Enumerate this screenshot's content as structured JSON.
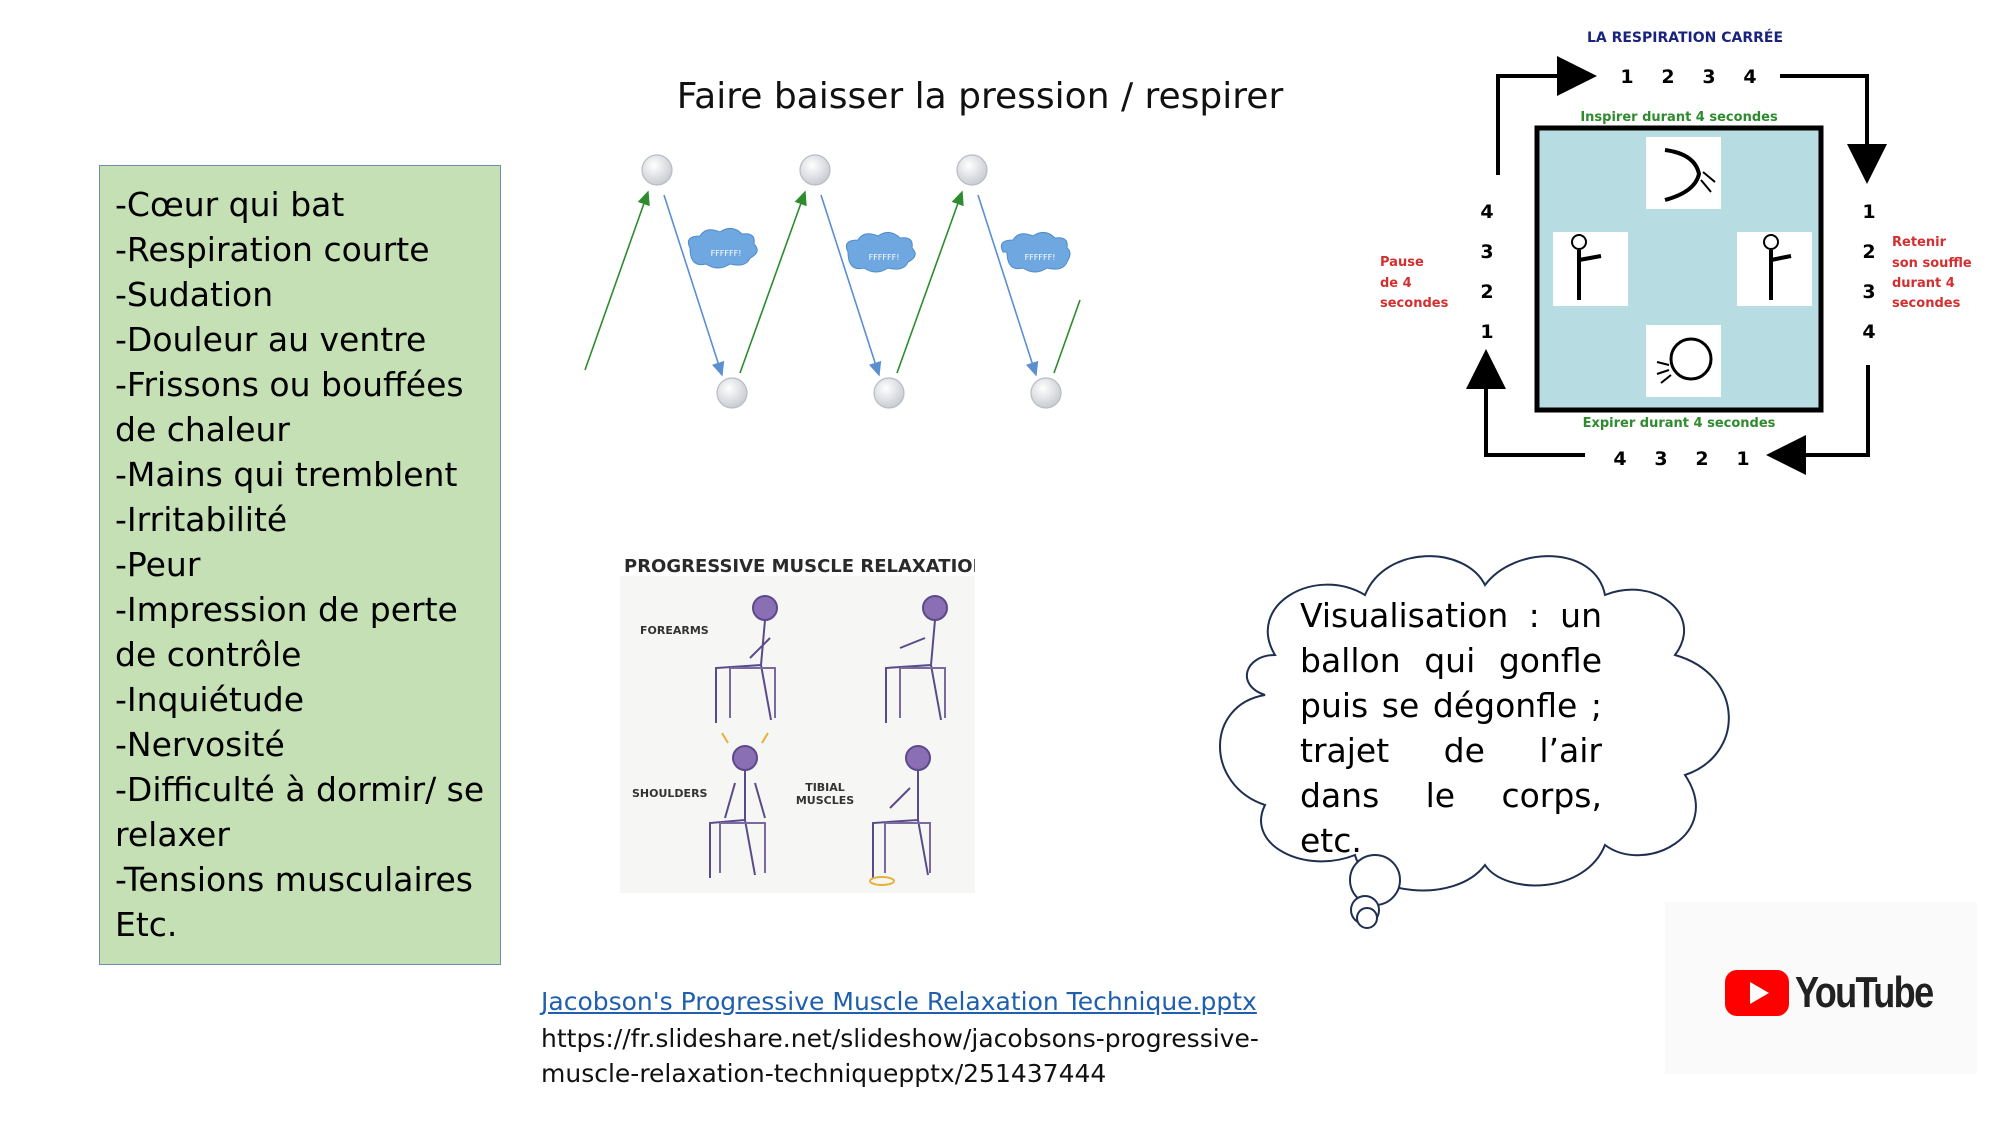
{
  "slide": {
    "title": "Faire baisser la pression / respirer"
  },
  "symptoms": [
    "-Cœur qui bat",
    "-Respiration courte",
    "-Sudation",
    "-Douleur au ventre",
    "-Frissons ou bouffées de chaleur",
    "-Mains qui tremblent",
    "-Irritabilité",
    "-Peur",
    "-Impression de perte de contrôle",
    "-Inquiétude",
    "-Nervosité",
    "-Difficulté à dormir/ se relaxer",
    "-Tensions musculaires",
    "Etc."
  ],
  "wave_diagram": {
    "cloud_label": "FFFFFF!"
  },
  "square_breathing": {
    "title": "LA RESPIRATION CARRÉE",
    "inhale": "Inspirer durant 4 secondes",
    "exhale": "Expirer durant 4 secondes",
    "pause": [
      "Pause",
      "de 4",
      "secondes"
    ],
    "hold": [
      "Retenir",
      "son souffle",
      "durant 4",
      "secondes"
    ],
    "top_numbers": [
      "1",
      "2",
      "3",
      "4"
    ],
    "right_numbers": [
      "1",
      "2",
      "3",
      "4"
    ],
    "bottom_numbers": [
      "4",
      "3",
      "2",
      "1"
    ],
    "left_numbers": [
      "4",
      "3",
      "2",
      "1"
    ],
    "colors": {
      "inhale": "#2e8b2e",
      "side": "#d32f2f",
      "title": "#1a237e",
      "fill": "#b7dde3"
    }
  },
  "pmr": {
    "title": "PROGRESSIVE MUSCLE RELAXATION",
    "labels": {
      "forearms": "FOREARMS",
      "shoulders": "SHOULDERS",
      "tibial_1": "TIBIAL",
      "tibial_2": "MUSCLES"
    }
  },
  "visualisation": {
    "text": "Visualisation : un ballon qui gonfle puis se dégonfle ; trajet de l’air dans le corps, etc."
  },
  "source": {
    "link_text": "Jacobson's Progressive Muscle Relaxation Technique.pptx",
    "url_text": "https://fr.slideshare.net/slideshow/jacobsons-progressive-muscle-relaxation-techniquepptx/251437444"
  },
  "youtube": {
    "icon": "youtube-play-icon",
    "wordmark": "YouTube",
    "color": "#ff0000"
  }
}
